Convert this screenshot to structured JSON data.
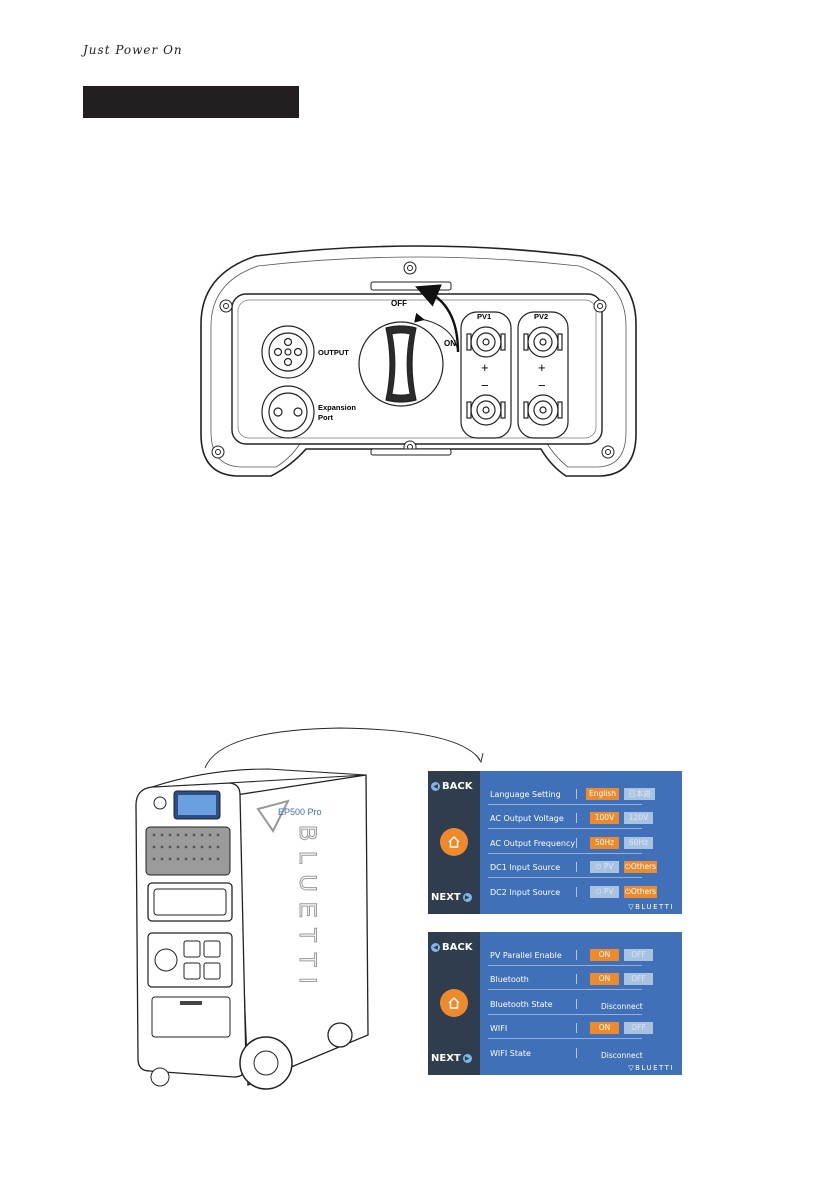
{
  "header": {
    "title": "Just Power On"
  },
  "panel": {
    "switch_off": "OFF",
    "switch_on": "ON",
    "output_label": "OUTPUT",
    "expansion_label_1": "Expansion",
    "expansion_label_2": "Port",
    "pv1": "PV1",
    "pv2": "PV2",
    "plus": "+",
    "minus": "−"
  },
  "unit": {
    "model": "EP500 Pro",
    "brand": "BLUETTI"
  },
  "screen1": {
    "back": "BACK",
    "next": "NEXT",
    "rows": [
      {
        "label": "Language Setting",
        "opt_a": "English",
        "opt_b": "日本語"
      },
      {
        "label": "AC Output Voltage",
        "opt_a": "100V",
        "opt_b": "120V"
      },
      {
        "label": "AC Output Frequency",
        "opt_a": "50Hz",
        "opt_b": "60Hz"
      },
      {
        "label": "DC1 Input Source",
        "opt_a": "PV",
        "opt_b": "Others"
      },
      {
        "label": "DC2 Input Source",
        "opt_a": "PV",
        "opt_b": "Others"
      }
    ],
    "brand": "BLUETTI"
  },
  "screen2": {
    "back": "BACK",
    "next": "NEXT",
    "rows": [
      {
        "label": "PV Parallel Enable",
        "opt_a": "ON",
        "opt_b": "OFF"
      },
      {
        "label": "Bluetooth",
        "opt_a": "ON",
        "opt_b": "OFF"
      },
      {
        "label": "Bluetooth State",
        "state": "Disconnect"
      },
      {
        "label": "WIFI",
        "opt_a": "ON",
        "opt_b": "OFF"
      },
      {
        "label": "WIFI State",
        "state": "Disconnect"
      }
    ],
    "brand": "BLUETTI"
  },
  "colors": {
    "screen_bg": "#3f70b8",
    "accent_orange": "#ef8a2c",
    "sidebar": "#2f3d4f"
  }
}
